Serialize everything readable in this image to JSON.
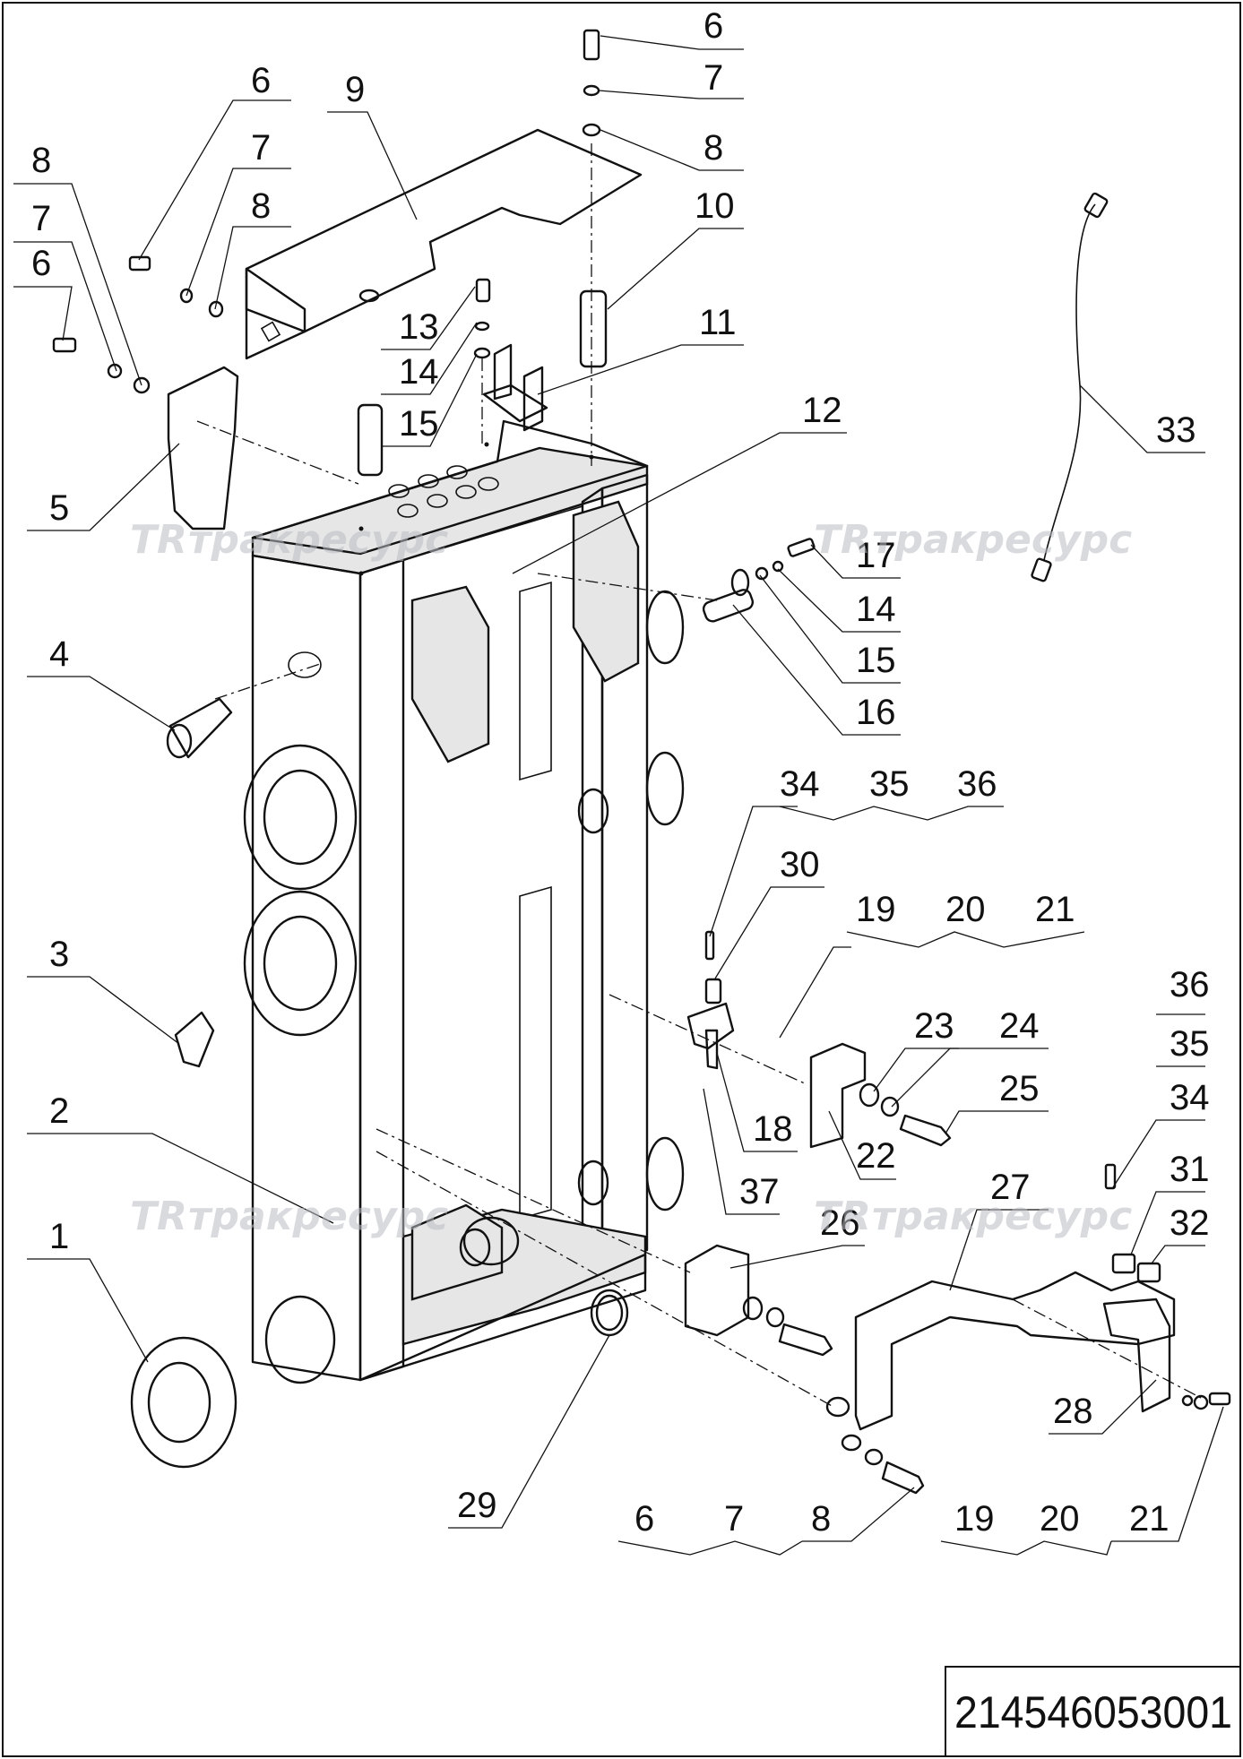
{
  "drawing_number": "214546053001",
  "watermark": "трак­ресурс",
  "watermark_text": "тракресурс",
  "watermark_logo": "TR",
  "callouts": [
    "1",
    "2",
    "3",
    "4",
    "5",
    "6",
    "7",
    "8",
    "9",
    "10",
    "11",
    "12",
    "13",
    "14",
    "15",
    "16",
    "17",
    "18",
    "19",
    "20",
    "21",
    "22",
    "23",
    "24",
    "25",
    "26",
    "27",
    "28",
    "29",
    "30",
    "31",
    "32",
    "33",
    "34",
    "35",
    "36",
    "37"
  ],
  "labels": {
    "l6a": "6",
    "l7a": "7",
    "l8a": "8",
    "l6b": "6",
    "l7b": "7",
    "l8b": "8",
    "l8c": "8",
    "l7c": "7",
    "l6c": "6",
    "l9": "9",
    "l10": "10",
    "l11": "11",
    "l12": "12",
    "l13": "13",
    "l14a": "14",
    "l15a": "15",
    "l5": "5",
    "l4": "4",
    "l3": "3",
    "l2": "2",
    "l1": "1",
    "l17": "17",
    "l14b": "14",
    "l15b": "15",
    "l16": "16",
    "l33": "33",
    "l34a": "34",
    "l35a": "35",
    "l36a": "36",
    "l30": "30",
    "l19a": "19",
    "l20a": "20",
    "l21a": "21",
    "l23": "23",
    "l24": "24",
    "l25": "25",
    "l18": "18",
    "l22": "22",
    "l37": "37",
    "l36b": "36",
    "l35b": "35",
    "l34b": "34",
    "l31": "31",
    "l32": "32",
    "l27": "27",
    "l26": "26",
    "l28": "28",
    "l29": "29",
    "l6d": "6",
    "l7d": "7",
    "l8d": "8",
    "l19b": "19",
    "l20b": "20",
    "l21b": "21"
  }
}
